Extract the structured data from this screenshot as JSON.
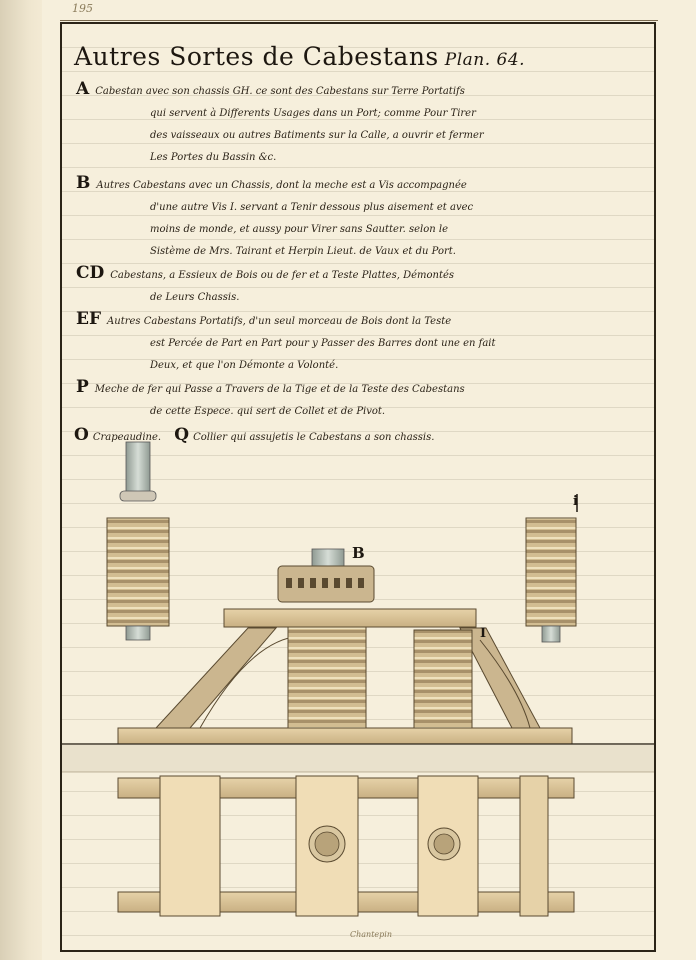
{
  "page_number": "195",
  "title": "Autres Sortes de Cabestans",
  "plan": "Plan. 64.",
  "entries": [
    {
      "key": "A",
      "lines": [
        "Cabestan avec son chassis GH. ce sont des Cabestans sur Terre Portatifs",
        "qui servent à Differents Usages dans un Port; comme Pour Tirer",
        "des vaisseaux ou autres Batiments sur la Calle, a ouvrir et fermer",
        "Les Portes du Bassin &c."
      ]
    },
    {
      "key": "B",
      "lines": [
        "Autres Cabestans avec un Chassis, dont la meche est a Vis accompagnée",
        "d'une autre Vis I. servant a Tenir dessous plus aisement et avec",
        "moins de monde, et aussy pour Virer sans Sautter. selon le",
        "Sistème de Mrs. Tairant et Herpin Lieut. de Vaux et du Port."
      ]
    },
    {
      "key": "CD",
      "lines": [
        "Cabestans, a Essieux de Bois ou de fer et a Teste Plattes, Démontés",
        "de Leurs Chassis."
      ]
    },
    {
      "key": "EF",
      "lines": [
        "Autres Cabestans Portatifs, d'un seul morceau de Bois dont la Teste",
        "est Percée de Part en Part pour y Passer des Barres dont une en fait",
        "Deux, et que l'on Démonte a Volonté."
      ]
    },
    {
      "key": "P",
      "lines": [
        "Meche de fer qui Passe a Travers de la Tige et de la Teste des Cabestans",
        "de cette Espece. qui sert de Collet et de Pivot."
      ]
    }
  ],
  "last_line": {
    "key1": "O",
    "text1": "Crapeaudine.",
    "key2": "Q",
    "text2": "Collier qui assujetis le Cabestans a son chassis."
  },
  "drawing_labels": {
    "b": "B",
    "i_top": "i",
    "i_mid": "I"
  },
  "signature": "Chantepin",
  "colors": {
    "paper": "#f6efdc",
    "ink": "#1d1710",
    "wood": "#d8c39a",
    "wood_dark": "#a8916a"
  }
}
